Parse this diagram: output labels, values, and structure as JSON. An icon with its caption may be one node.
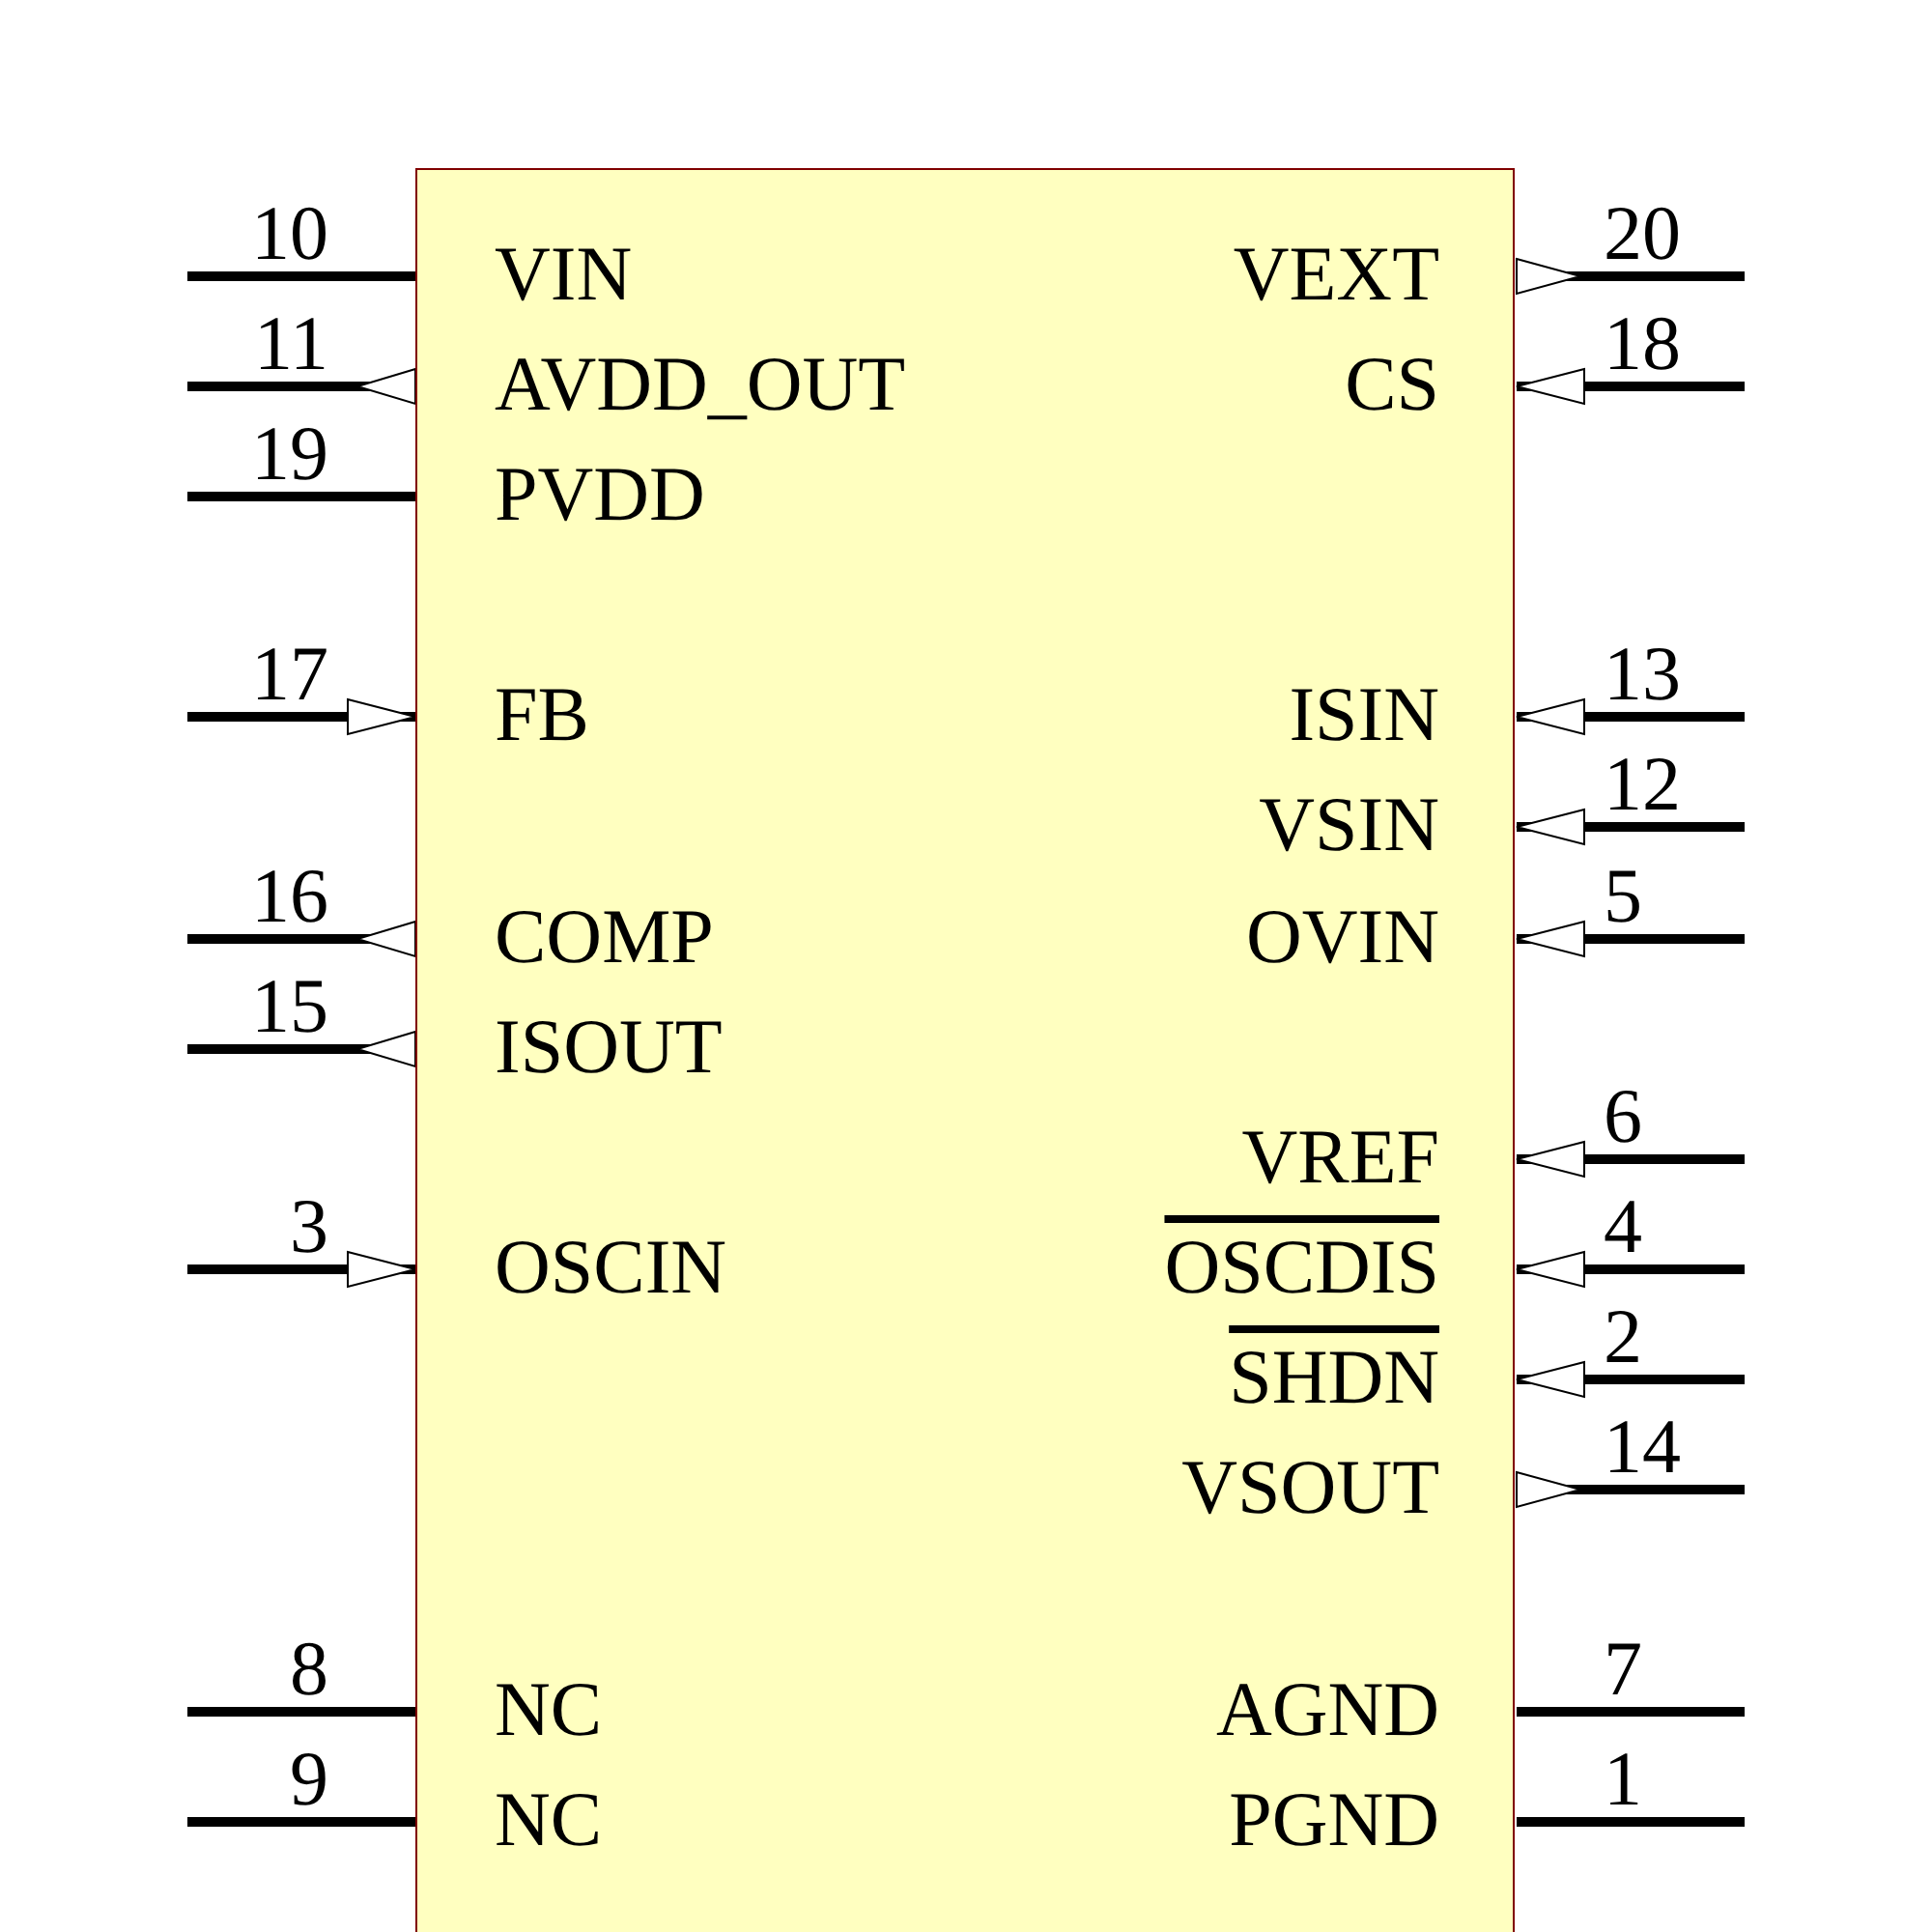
{
  "diagram": {
    "nodes": [
      {
        "text": [
          "VIN",
          "VEXT",
          "AVDD_OUT",
          "CS",
          "PVDD",
          "FB",
          "ISIN",
          "VSIN",
          "COMP",
          "OVIN",
          "ISOUT",
          "VREF",
          "OSCIN",
          "OSCDIS",
          "SHDN",
          "VSOUT",
          "NC",
          "AGND",
          "NC",
          "PGND"
        ]
      }
    ],
    "labels": [
      "10",
      "20",
      "11",
      "18",
      "19",
      "17",
      "13",
      "12",
      "16",
      "5",
      "15",
      "6",
      "3",
      "4",
      "2",
      "14",
      "8",
      "7",
      "9",
      "1"
    ]
  }
}
